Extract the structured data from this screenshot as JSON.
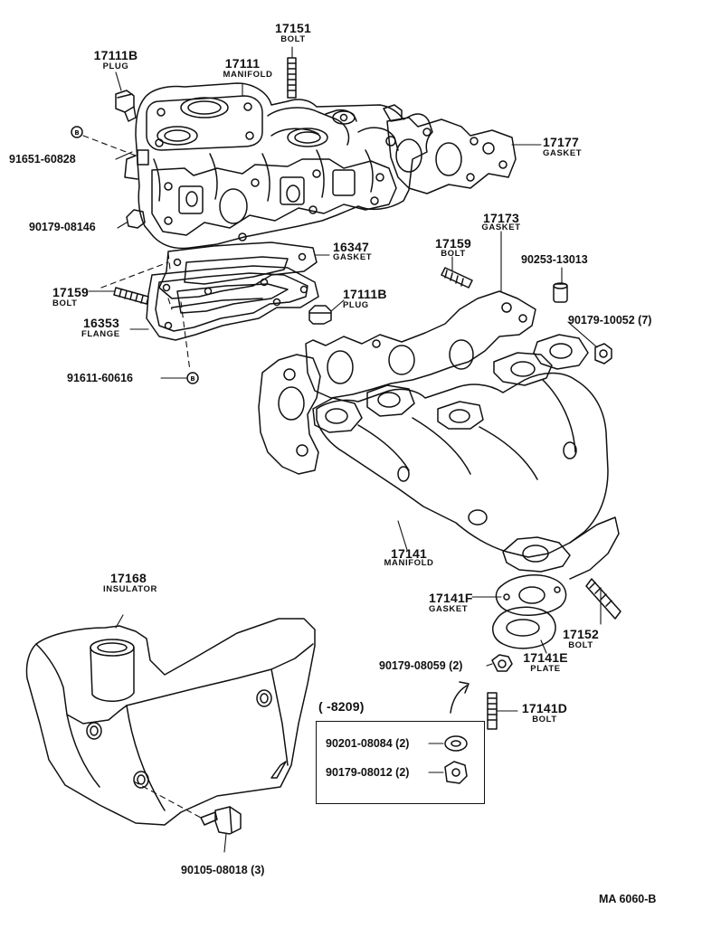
{
  "diagram": {
    "drawing_code": "MA 6060-B",
    "colors": {
      "line": "#111111",
      "background": "#ffffff"
    },
    "parts": [
      {
        "id": "p17151",
        "number": "17151",
        "name": "BOLT"
      },
      {
        "id": "p17111b_top",
        "number": "17111B",
        "name": "PLUG"
      },
      {
        "id": "p17111",
        "number": "17111",
        "name": "MANIFOLD"
      },
      {
        "id": "p91651",
        "number": "91651-60828",
        "name": ""
      },
      {
        "id": "p17177",
        "number": "17177",
        "name": "GASKET"
      },
      {
        "id": "p90179_08146",
        "number": "90179-08146",
        "name": ""
      },
      {
        "id": "p17173",
        "number": "17173",
        "name": "GASKET"
      },
      {
        "id": "p17159_right",
        "number": "17159",
        "name": "BOLT"
      },
      {
        "id": "p90253",
        "number": "90253-13013",
        "name": ""
      },
      {
        "id": "p16347",
        "number": "16347",
        "name": "GASKET"
      },
      {
        "id": "p17159_left",
        "number": "17159",
        "name": "BOLT"
      },
      {
        "id": "p17111b_mid",
        "number": "17111B",
        "name": "PLUG"
      },
      {
        "id": "p90179_10052",
        "number": "90179-10052 (7)",
        "name": ""
      },
      {
        "id": "p16353",
        "number": "16353",
        "name": "FLANGE"
      },
      {
        "id": "p91611",
        "number": "91611-60616",
        "name": ""
      },
      {
        "id": "p17141",
        "number": "17141",
        "name": "MANIFOLD"
      },
      {
        "id": "p17168",
        "number": "17168",
        "name": "INSULATOR"
      },
      {
        "id": "p17141f",
        "number": "17141F",
        "name": "GASKET"
      },
      {
        "id": "p17152",
        "number": "17152",
        "name": "BOLT"
      },
      {
        "id": "p17141e",
        "number": "17141E",
        "name": "PLATE"
      },
      {
        "id": "p90179_08059",
        "number": "90179-08059 (2)",
        "name": ""
      },
      {
        "id": "p17141d",
        "number": "17141D",
        "name": "BOLT"
      },
      {
        "id": "p90105",
        "number": "90105-08018 (3)",
        "name": ""
      }
    ],
    "reference_box": {
      "header": "(      -8209)",
      "items": [
        {
          "number": "90201-08084 (2)"
        },
        {
          "number": "90179-08012 (2)"
        }
      ]
    }
  }
}
